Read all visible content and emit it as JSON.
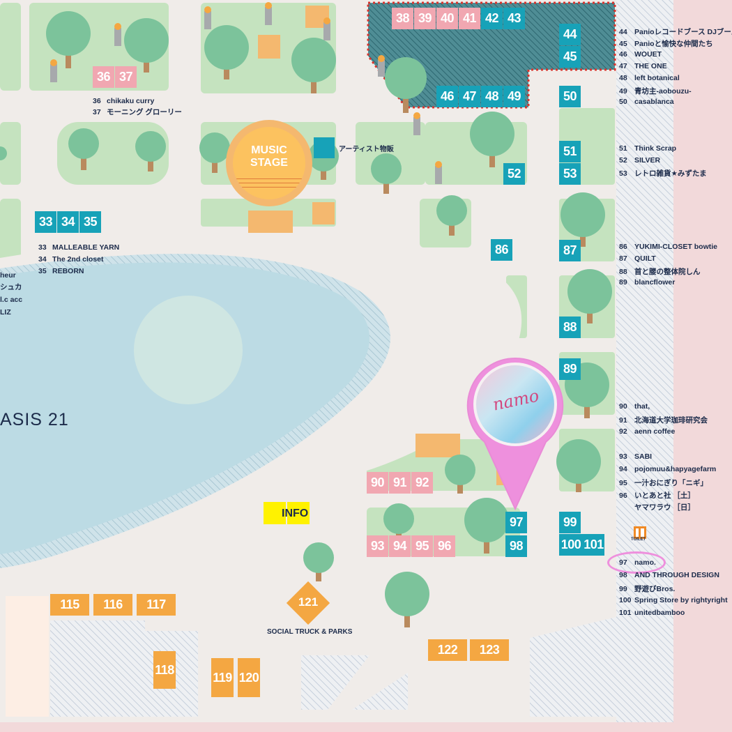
{
  "colors": {
    "teal": "#17a2b8",
    "pink": "#f1a7b1",
    "orange": "#f4a742",
    "grass": "#c5e3bf",
    "tree": "#7cc39b",
    "path": "#f0ece9",
    "water": "#bcdbe4",
    "navy": "#1c2b4a",
    "marker": "#ee90dd"
  },
  "stage": {
    "line1": "MUSIC",
    "line2": "STAGE"
  },
  "artist_goods": "アーティスト物販",
  "oasis": "ASIS 21",
  "info": "INFO",
  "social_truck": "SOCIAL TRUCK & PARKS",
  "toilet": "TOILET",
  "marker_logo": "namo",
  "booths": {
    "b33": "33",
    "b34": "34",
    "b35": "35",
    "b36": "36",
    "b37": "37",
    "b38": "38",
    "b39": "39",
    "b40": "40",
    "b41": "41",
    "b42": "42",
    "b43": "43",
    "b44": "44",
    "b45": "45",
    "b46": "46",
    "b47": "47",
    "b48": "48",
    "b49": "49",
    "b50": "50",
    "b51": "51",
    "b52": "52",
    "b53": "53",
    "b86": "86",
    "b87": "87",
    "b88": "88",
    "b89": "89",
    "b90": "90",
    "b91": "91",
    "b92": "92",
    "b93": "93",
    "b94": "94",
    "b95": "95",
    "b96": "96",
    "b97": "97",
    "b98": "98",
    "b99": "99",
    "b100": "100",
    "b101": "101",
    "b115": "115",
    "b116": "116",
    "b117": "117",
    "b118": "118",
    "b119": "119",
    "b120": "120",
    "b121": "121",
    "b122": "122",
    "b123": "123"
  },
  "legend_left": {
    "l36": {
      "n": "36",
      "t": "chikaku curry"
    },
    "l37": {
      "n": "37",
      "t": "モーニング グローリー"
    },
    "l33": {
      "n": "33",
      "t": "MALLEABLE YARN"
    },
    "l34": {
      "n": "34",
      "t": "The 2nd closet"
    },
    "l35": {
      "n": "35",
      "t": "REBORN"
    },
    "c1": "heur",
    "c2": "シュカ",
    "c3": "l.c acc",
    "c4": "LIZ"
  },
  "legend_right": [
    {
      "n": "44",
      "t": "Panioレコードブース DJブース"
    },
    {
      "n": "45",
      "t": "Panioと愉快な仲間たち"
    },
    {
      "n": "46",
      "t": "WOUET"
    },
    {
      "n": "47",
      "t": "THE ONE"
    },
    {
      "n": "48",
      "t": "left botanical"
    },
    {
      "n": "49",
      "t": "青坊主-aobouzu-"
    },
    {
      "n": "50",
      "t": "casablanca"
    },
    {
      "n": "51",
      "t": "Think Scrap"
    },
    {
      "n": "52",
      "t": "SILVER"
    },
    {
      "n": "53",
      "t": "レトロ雑貨★みずたま"
    },
    {
      "n": "86",
      "t": "YUKIMI-CLOSET bowtie"
    },
    {
      "n": "87",
      "t": "QUILT"
    },
    {
      "n": "88",
      "t": "首と腰の整体院しん"
    },
    {
      "n": "89",
      "t": "blancflower"
    },
    {
      "n": "90",
      "t": "that,"
    },
    {
      "n": "91",
      "t": "北海道大学珈琲研究会"
    },
    {
      "n": "92",
      "t": "aenn coffee"
    },
    {
      "n": "93",
      "t": "SABI"
    },
    {
      "n": "94",
      "t": "pojomuu&hapyagefarm"
    },
    {
      "n": "95",
      "t": "一汁おにぎり「ニギ」"
    },
    {
      "n": "96",
      "t": "いとあと社 ［土］"
    },
    {
      "n": "",
      "t": "ヤマワラウ ［日］"
    },
    {
      "n": "97",
      "t": "namo."
    },
    {
      "n": "98",
      "t": "AND THROUGH DESIGN"
    },
    {
      "n": "99",
      "t": "野遊びBros."
    },
    {
      "n": "100",
      "t": "Spring Store by rightyright"
    },
    {
      "n": "101",
      "t": "unitedbamboo"
    }
  ]
}
